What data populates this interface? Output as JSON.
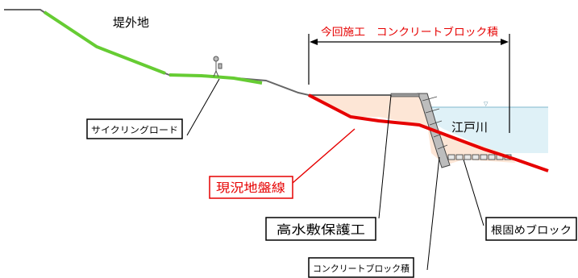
{
  "labels": {
    "outer_land": "堤外地",
    "construction_title": "今回施工　コンクリートブロック積",
    "river_name": "江戸川",
    "cycling_road": "サイクリングロード",
    "current_ground": "現況地盤線",
    "high_water_revetment": "高水敷保護工",
    "base_block": "根固めブロック",
    "concrete_block_wall": "コンクリートブロック積"
  },
  "colors": {
    "grass": "#66cc33",
    "ground_line": "#e60000",
    "water": "#dff1f7",
    "fill": "#fde6d6",
    "label_red": "#e60000",
    "outline": "#555555"
  }
}
